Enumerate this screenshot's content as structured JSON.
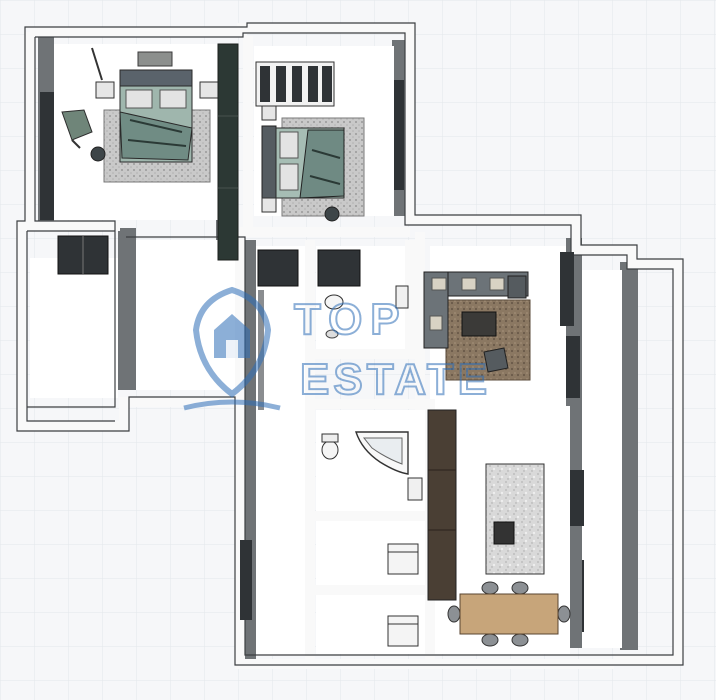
{
  "image": {
    "kind": "3d-floor-plan-render",
    "background": "#f4f6f8",
    "grid_color": "#e2e6ea",
    "wall_top_color": "#fafafa",
    "wall_side_color": "#6f7275",
    "floor_color": "#ffffff"
  },
  "watermark": {
    "line1": "TOP",
    "line2": "ESTATE",
    "color": "#2f6fb8",
    "icon": "house-shield-logo"
  },
  "rooms": [
    {
      "id": "bedroom-1",
      "furniture": [
        "double-bed",
        "rug",
        "armchair",
        "side-table",
        "nightstands",
        "floor-lamp",
        "wall-picture",
        "window"
      ]
    },
    {
      "id": "bedroom-2",
      "furniture": [
        "double-bed",
        "rug",
        "wardrobe",
        "nightstands",
        "pouf",
        "window"
      ]
    },
    {
      "id": "wardrobe-wall",
      "furniture": [
        "built-in-wardrobe"
      ]
    },
    {
      "id": "balcony-left",
      "furniture": []
    },
    {
      "id": "hallway",
      "furniture": [
        "door",
        "door",
        "door",
        "window"
      ]
    },
    {
      "id": "wc",
      "furniture": [
        "toilet",
        "sink"
      ]
    },
    {
      "id": "bathroom",
      "furniture": [
        "corner-bathtub",
        "toilet",
        "sink"
      ]
    },
    {
      "id": "laundry",
      "furniture": [
        "washing-machine"
      ]
    },
    {
      "id": "storage",
      "furniture": [
        "washing-machine"
      ]
    },
    {
      "id": "living-room",
      "furniture": [
        "sofa",
        "armchairs",
        "coffee-table",
        "rug",
        "tv-cabinet"
      ]
    },
    {
      "id": "kitchen",
      "furniture": [
        "kitchen-island",
        "sink",
        "kitchen-cabinets",
        "dining-table",
        "dining-chairs",
        "windows"
      ]
    },
    {
      "id": "balcony-right",
      "furniture": []
    }
  ]
}
